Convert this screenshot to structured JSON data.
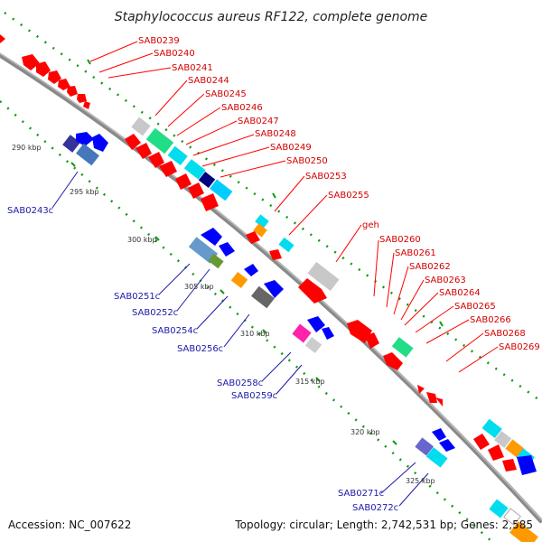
{
  "title": "Staphylococcus aureus RF122, complete genome",
  "footer": {
    "accession": "Accession: NC_007622",
    "topology": "Topology: circular; Length: 2,742,531 bp; Genes: 2,585"
  },
  "kbp_marks": [
    "290 kbp",
    "295 kbp",
    "300 kbp",
    "305 kbp",
    "310 kbp",
    "315 kbp",
    "320 kbp",
    "325 kbp"
  ],
  "forward_labels": [
    "SAB0239",
    "SAB0240",
    "SAB0241",
    "SAB0244",
    "SAB0245",
    "SAB0246",
    "SAB0247",
    "SAB0248",
    "SAB0249",
    "SAB0250",
    "SAB0253",
    "SAB0255",
    "geh",
    "SAB0260",
    "SAB0261",
    "SAB0262",
    "SAB0263",
    "SAB0264",
    "SAB0265",
    "SAB0266",
    "SAB0268",
    "SAB0269"
  ],
  "reverse_labels": [
    "SAB0243c",
    "SAB0251c",
    "SAB0252c",
    "SAB0254c",
    "SAB0256c",
    "SAB0258c",
    "SAB0259c",
    "SAB0271c",
    "SAB0272c"
  ],
  "colors": {
    "forward_text": "#d40000",
    "reverse_text": "#1a1aa8",
    "backbone": "#8a8a8a",
    "gene_red": "#ff0000",
    "gene_blue": "#0000ff",
    "gene_cyan": "#00ddee",
    "gene_green": "#22dd88",
    "gene_gray": "#c8c8c8",
    "gene_orange": "#ff9900",
    "gene_magenta": "#ff22aa",
    "dots": "#119911"
  }
}
